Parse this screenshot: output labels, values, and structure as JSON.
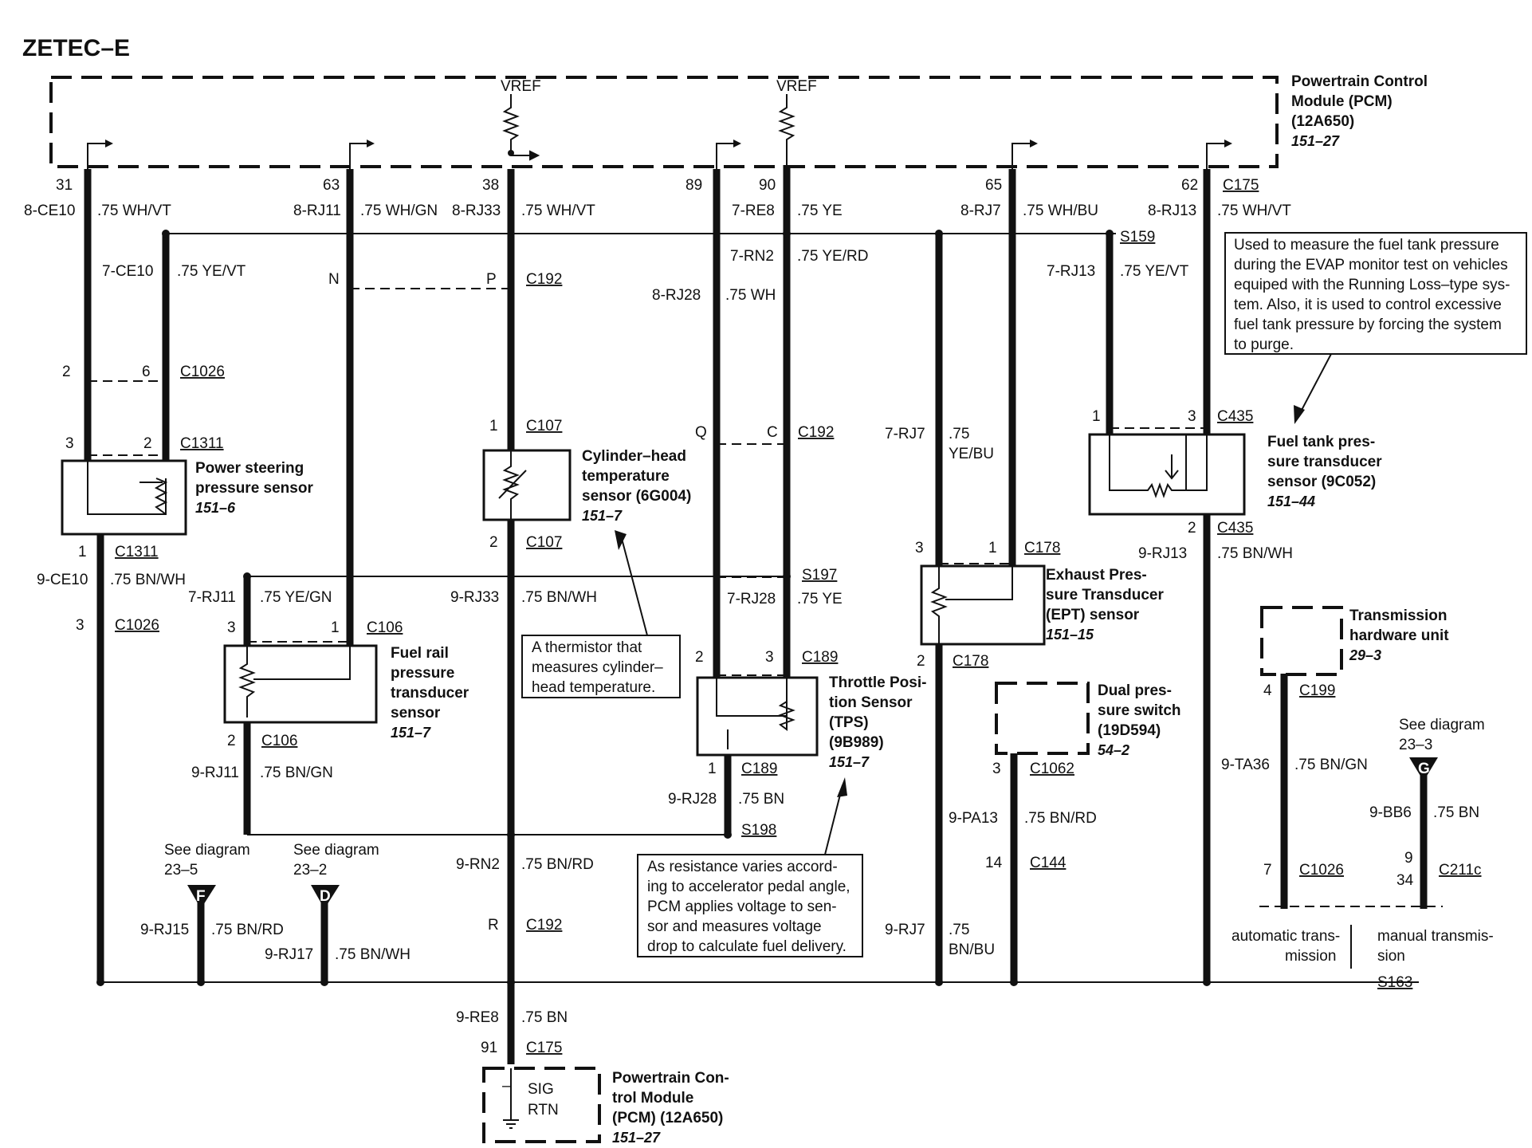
{
  "title": "ZETEC–E",
  "pcm_top": {
    "lines": [
      "Powertrain Control",
      "Module (PCM)",
      "(12A650)"
    ],
    "ref": "151–27"
  },
  "pcm_bottom": {
    "lines": [
      "Powertrain Con-",
      "trol Module",
      "(PCM) (12A650)"
    ],
    "ref": "151–27",
    "sig": "SIG",
    "rtn": "RTN",
    "pin": "–"
  },
  "vref": [
    "VREF",
    "VREF"
  ],
  "components": {
    "ps": {
      "lines": [
        "Power steering",
        "pressure sensor"
      ],
      "ref": "151–6"
    },
    "fuel_rail": {
      "lines": [
        "Fuel rail",
        "pressure",
        "transducer",
        "sensor"
      ],
      "ref": "151–7"
    },
    "cht": {
      "lines": [
        "Cylinder–head",
        "temperature",
        "sensor (6G004)"
      ],
      "ref": "151–7"
    },
    "tps": {
      "lines": [
        "Throttle Posi-",
        "tion Sensor",
        "(TPS)",
        "(9B989)"
      ],
      "ref": "151–7"
    },
    "ept": {
      "lines": [
        "Exhaust Pres-",
        "sure Transducer",
        "(EPT) sensor"
      ],
      "ref": "151–15"
    },
    "dual": {
      "lines": [
        "Dual pres-",
        "sure switch",
        "(19D594)"
      ],
      "ref": "54–2"
    },
    "ftp": {
      "lines": [
        "Fuel tank pres-",
        "sure transducer",
        "sensor (9C052)"
      ],
      "ref": "151–44"
    },
    "trans": {
      "lines": [
        "Transmission",
        "hardware unit"
      ],
      "ref": "29–3"
    }
  },
  "notes": {
    "thermistor": [
      "A thermistor that",
      "measures cylinder–",
      "head temperature."
    ],
    "resistance": [
      "As resistance varies accord-",
      "ing to accelerator pedal angle,",
      "PCM applies voltage to sen-",
      "sor and measures voltage",
      "drop to calculate fuel delivery."
    ],
    "evap": [
      "Used to measure the fuel tank pressure",
      "during the EVAP monitor test on vehicles",
      "equiped with the Running Loss–type sys-",
      "tem. Also, it is used to control excessive",
      "fuel tank pressure by forcing the system",
      "to purge."
    ]
  },
  "pins": [
    "31",
    "63",
    "38",
    "89",
    "90",
    "65",
    "62",
    "91"
  ],
  "circuits": {
    "c1": "8-CE10",
    "c1w": ".75 WH/VT",
    "c2": "8-RJ11",
    "c2w": ".75 WH/GN",
    "c3": "8-RJ33",
    "c3w": ".75 WH/VT",
    "c4": "7-RE8",
    "c4w": ".75 YE",
    "c5": "8-RJ7",
    "c5w": ".75 WH/BU",
    "c6": "8-RJ13",
    "c6w": ".75 WH/VT",
    "c7": "7-CE10",
    "c7w": ".75 YE/VT",
    "c8": "7-RJ13",
    "c8w": ".75 YE/VT",
    "c9": "7-RN2",
    "c9w": ".75 YE/RD",
    "c10": "8-RJ28",
    "c10w": ".75 WH",
    "c11": "7-RJ7",
    "c11w1": ".75",
    "c11w2": "YE/BU",
    "c12": "9-CE10",
    "c12w": ".75 BN/WH",
    "c13": "7-RJ11",
    "c13w": ".75 YE/GN",
    "c14": "9-RJ33",
    "c14w": ".75 BN/WH",
    "c15": "7-RJ28",
    "c15w": ".75 YE",
    "c16": "9-RJ13",
    "c16w": ".75 BN/WH",
    "c17": "9-RJ11",
    "c17w": ".75 BN/GN",
    "c18": "9-RJ28",
    "c18w": ".75 BN",
    "c19": "9-PA13",
    "c19w": ".75 BN/RD",
    "c20": "9-TA36",
    "c20w": ".75 BN/GN",
    "c21": "9-BB6",
    "c21w": ".75 BN",
    "c22": "9-RN2",
    "c22w": ".75 BN/RD",
    "c23": "9-RJ15",
    "c23w": ".75 BN/RD",
    "c24": "9-RJ17",
    "c24w": ".75 BN/WH",
    "c25": "9-RJ7",
    "c25w1": ".75",
    "c25w2": "BN/BU",
    "c26": "9-RE8",
    "c26w": ".75 BN"
  },
  "connectors": {
    "C175": "C175",
    "C192": "C192",
    "C1026": "C1026",
    "C1311": "C1311",
    "C107": "C107",
    "C435": "C435",
    "C178": "C178",
    "C106": "C106",
    "C189": "C189",
    "C1062": "C1062",
    "C144": "C144",
    "C199": "C199",
    "C211c": "C211c",
    "S159": "S159",
    "S197": "S197",
    "S198": "S198",
    "S163": "S163"
  },
  "terminals": {
    "n": "N",
    "p": "P",
    "q": "Q",
    "c": "C",
    "r": "R",
    "ps2": "2",
    "ps6": "6",
    "ps3": "3",
    "ps2b": "2",
    "ps1": "1",
    "ps3b": "3",
    "cht1": "1",
    "cht2": "2",
    "fr3": "3",
    "fr1": "1",
    "fr2": "2",
    "tps2": "2",
    "tps3": "3",
    "tps1": "1",
    "ept3": "3",
    "ept1": "1",
    "ept2": "2",
    "ftp1": "1",
    "ftp3": "3",
    "ftp2": "2",
    "dual3": "3",
    "dual14": "14",
    "tr4": "4",
    "tr7": "7",
    "m9": "9",
    "m34": "34"
  },
  "see": {
    "f": {
      "text": "See diagram",
      "ref": "23–5",
      "letter": "F"
    },
    "d": {
      "text": "See diagram",
      "ref": "23–2",
      "letter": "D"
    },
    "g": {
      "text": "See diagram",
      "ref": "23–3",
      "letter": "G"
    }
  },
  "trans_labels": {
    "auto": [
      "automatic trans-",
      "mission"
    ],
    "manual": [
      "manual transmis-",
      "sion"
    ]
  }
}
